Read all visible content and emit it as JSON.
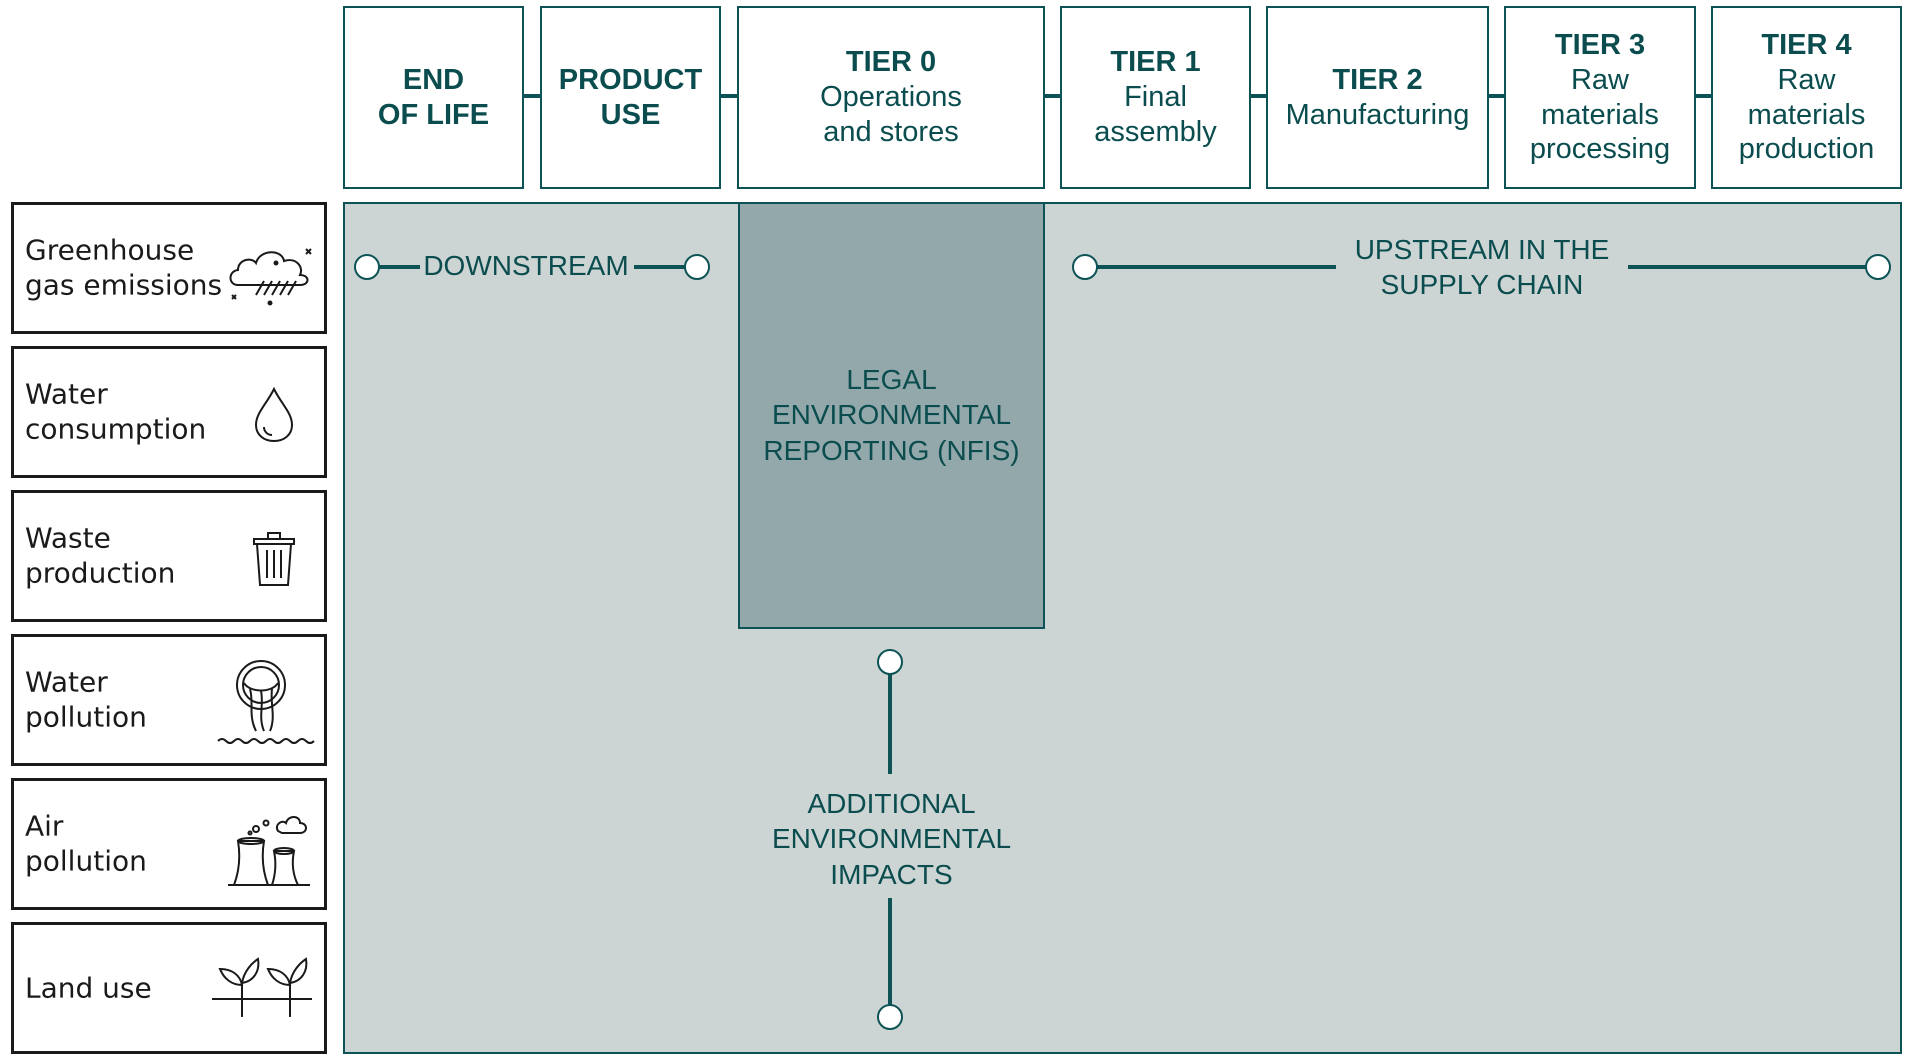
{
  "tiers": [
    {
      "title": "END\nOF LIFE",
      "subtitle": ""
    },
    {
      "title": "PRODUCT\nUSE",
      "subtitle": ""
    },
    {
      "title": "TIER 0",
      "subtitle": "Operations\nand stores"
    },
    {
      "title": "TIER 1",
      "subtitle": "Final\nassembly"
    },
    {
      "title": "TIER 2",
      "subtitle": "Manufacturing"
    },
    {
      "title": "TIER 3",
      "subtitle": "Raw\nmaterials\nprocessing"
    },
    {
      "title": "TIER 4",
      "subtitle": "Raw\nmaterials\nproduction"
    }
  ],
  "categories": [
    {
      "label": "Greenhouse\ngas emissions",
      "icon": "cloud-rain-icon"
    },
    {
      "label": "Water\nconsumption",
      "icon": "water-drop-icon"
    },
    {
      "label": "Waste\nproduction",
      "icon": "trash-bin-icon"
    },
    {
      "label": "Water\npollution",
      "icon": "discharge-pipe-icon"
    },
    {
      "label": "Air\npollution",
      "icon": "factory-chimneys-icon"
    },
    {
      "label": "Land use",
      "icon": "sprouts-icon"
    }
  ],
  "labels": {
    "downstream": "DOWNSTREAM",
    "upstream": "UPSTREAM IN THE\nSUPPLY CHAIN",
    "legal": "LEGAL\nENVIRONMENTAL\nREPORTING (NFIS)",
    "additional": "ADDITIONAL\nENVIRONMENTAL\nIMPACTS"
  },
  "colors": {
    "primary": "#0d5356",
    "panel": "#ccd5d4",
    "legal_box": "#93a8aa"
  }
}
